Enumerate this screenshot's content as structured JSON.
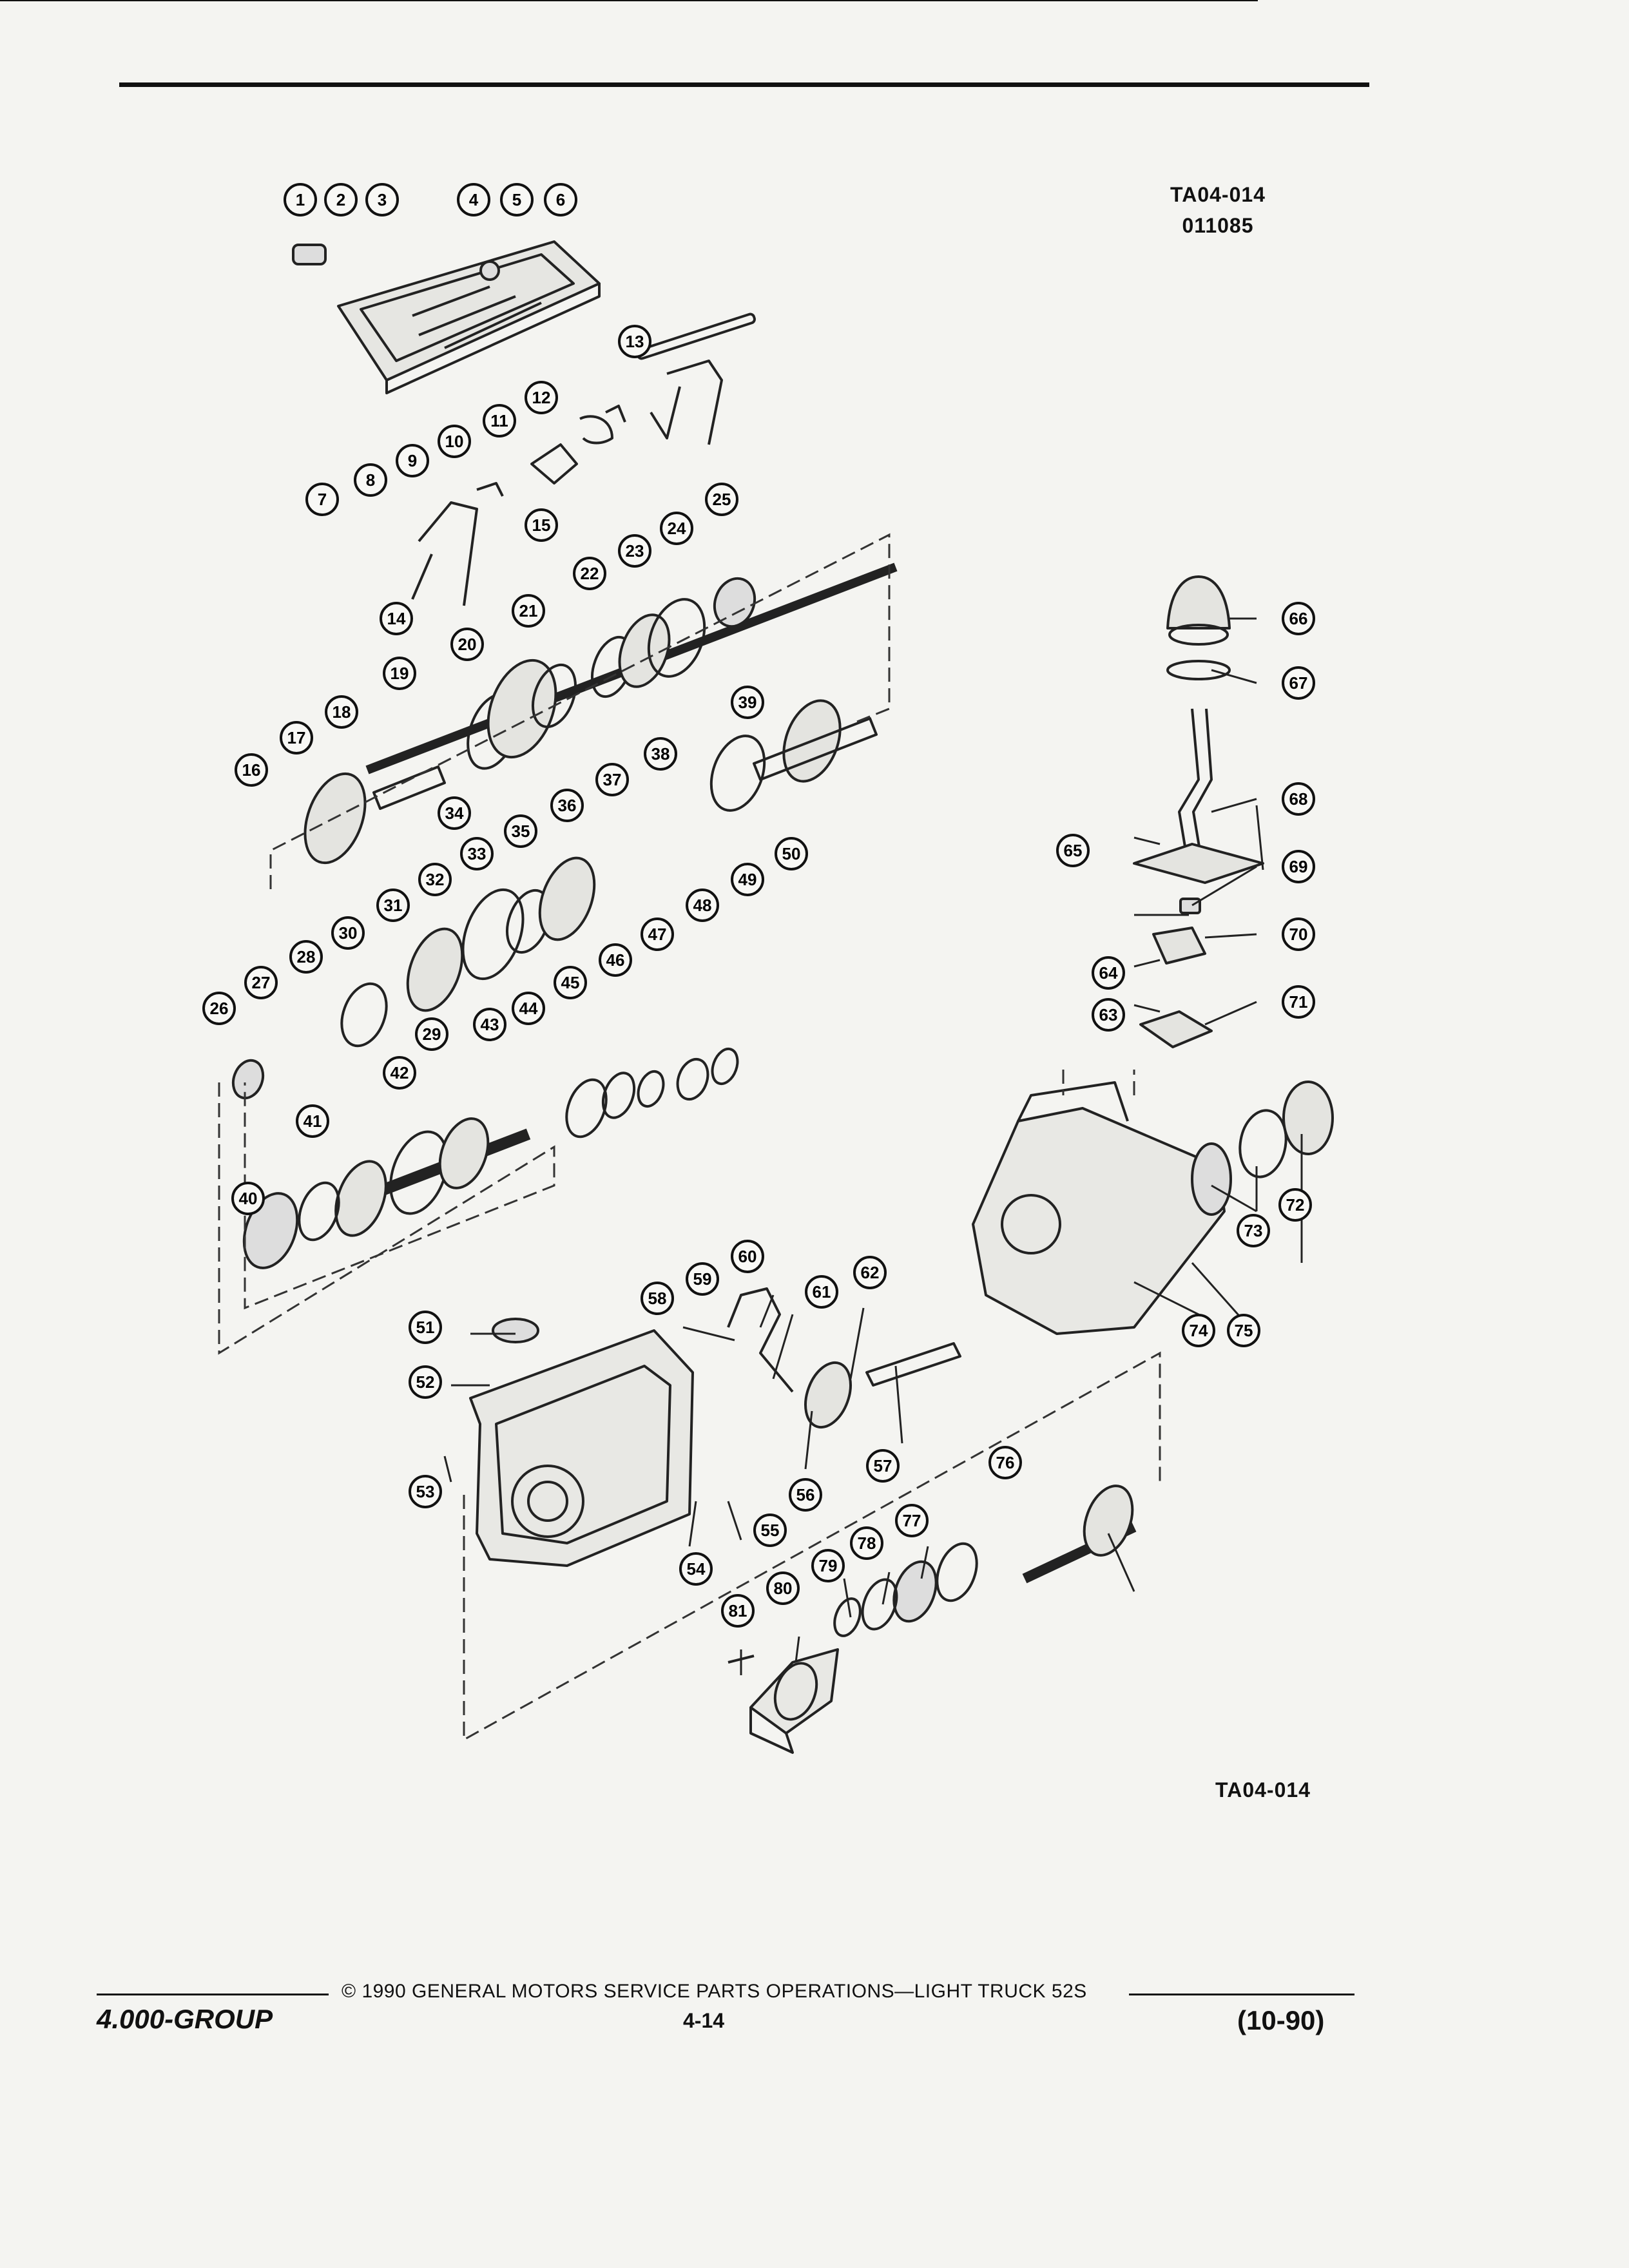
{
  "header": {
    "ref_code": "TA04-014",
    "ref_date": "011085"
  },
  "diagram": {
    "figure_code": "TA04-014",
    "callouts": [
      "1",
      "2",
      "3",
      "4",
      "5",
      "6",
      "7",
      "8",
      "9",
      "10",
      "11",
      "12",
      "13",
      "14",
      "15",
      "16",
      "17",
      "18",
      "19",
      "20",
      "21",
      "22",
      "23",
      "24",
      "25",
      "26",
      "27",
      "28",
      "29",
      "30",
      "31",
      "32",
      "33",
      "34",
      "35",
      "36",
      "37",
      "38",
      "39",
      "40",
      "41",
      "42",
      "43",
      "44",
      "45",
      "46",
      "47",
      "48",
      "49",
      "50",
      "51",
      "52",
      "53",
      "54",
      "55",
      "56",
      "57",
      "58",
      "59",
      "60",
      "61",
      "62",
      "63",
      "64",
      "65",
      "66",
      "67",
      "68",
      "69",
      "70",
      "71",
      "72",
      "73",
      "74",
      "75",
      "76",
      "77",
      "78",
      "79",
      "80",
      "81"
    ]
  },
  "footer": {
    "group": "4.000-GROUP",
    "copyright": "© 1990 GENERAL MOTORS SERVICE PARTS OPERATIONS—LIGHT TRUCK 52S",
    "page": "4-14",
    "revision": "(10-90)"
  }
}
